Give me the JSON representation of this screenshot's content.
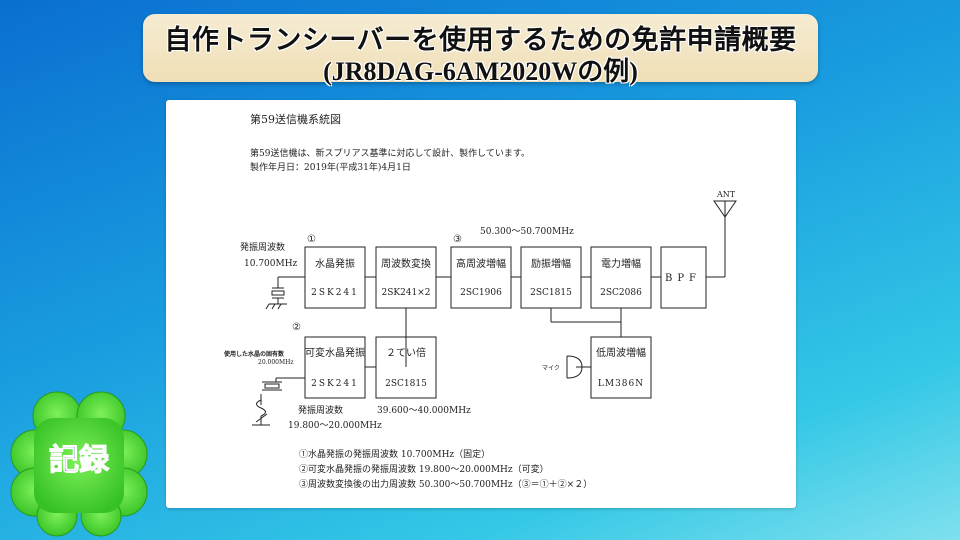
{
  "title": {
    "line1": "自作トランシーバーを使用するための免許申請概要",
    "line2": "(JR8DAG-6AM2020Wの例)"
  },
  "document": {
    "heading": "第59送信機系統図",
    "desc1": "第59送信機は、新スプリアス基準に対応して設計、製作しています。",
    "desc2": "製作年月日：2019年(平成31年)4月1日",
    "ant": "ANT",
    "osc_freq_label": "発振周波数",
    "osc_freq_value": "10.700MHz",
    "marker1": "①",
    "marker2": "②",
    "marker3": "③",
    "out_freq": "50.300～50.700MHz",
    "crystal_label1": "使用した水晶の固有数",
    "crystal_label2": "20.000MHz",
    "mic": "マイク",
    "vxo_freq_label": "発振周波数",
    "vxo_freq_value": "19.800～20.000MHz",
    "doubler_freq": "39.600～40.000MHz",
    "blocks": {
      "xtal": {
        "name": "水晶発振",
        "part": "2SK241"
      },
      "mixer": {
        "name": "周波数変換",
        "part": "2SK241×2"
      },
      "hfamp": {
        "name": "高周波増幅",
        "part": "2SC1906"
      },
      "driver": {
        "name": "励振増幅",
        "part": "2SC1815"
      },
      "pa": {
        "name": "電力増幅",
        "part": "2SC2086"
      },
      "bpf": {
        "name": "BPF"
      },
      "vxo": {
        "name": "可変水晶発振",
        "part": "2SK241"
      },
      "doubler": {
        "name": "２てい倍",
        "part": "2SC1815"
      },
      "afamp": {
        "name": "低周波増幅",
        "part": "LM386N"
      }
    },
    "notes": [
      "①水晶発振の発振周波数 10.700MHz（固定）",
      "②可変水晶発振の発振周波数 19.800～20.000MHz（可変）",
      "③周波数変換後の出力周波数 50.300～50.700MHz（③＝①＋②×２）"
    ]
  },
  "badge": {
    "label": "記録"
  },
  "colors": {
    "title_bg": "#f3e6c6",
    "clover": "#4cd937",
    "badge_text": "#1a3a8a"
  }
}
